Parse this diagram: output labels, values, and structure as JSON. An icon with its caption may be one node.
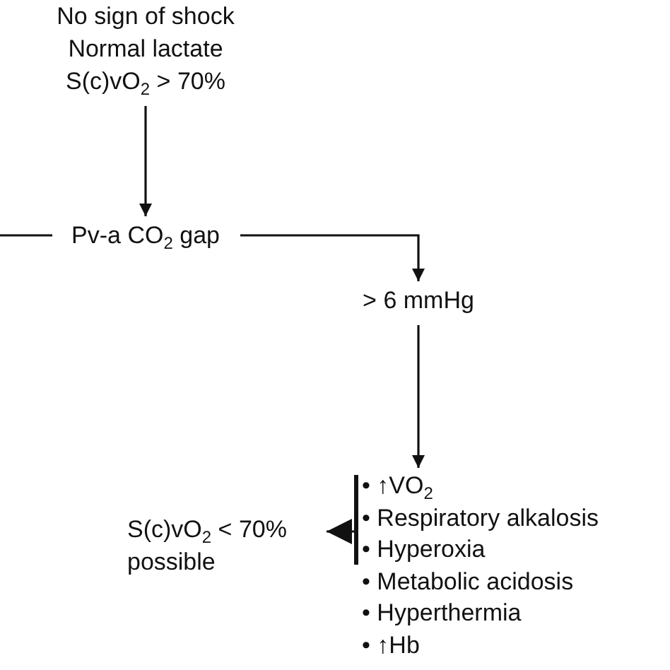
{
  "diagram": {
    "nodes": [
      {
        "text": [
          "No sign of shock",
          "Normal lactate",
          "S(c)vO$_{2}$ > 70%"
        ]
      },
      {
        "text": [
          "Pv-a CO$_{2}$ gap"
        ]
      },
      {
        "text": [
          "> 6 mmHg"
        ]
      },
      {
        "text": [
          "• ↑VO$_{2}$",
          "• Respiratory alkalosis",
          "• Hyperoxia",
          "• Metabolic acidosis",
          "• Hyperthermia",
          "• ↑Hb"
        ]
      },
      {
        "text": [
          "S(c)vO$_{2}$ < 70% possible"
        ]
      }
    ],
    "edges": [
      {
        "from": 0,
        "to": 1,
        "arrow": "to"
      },
      {
        "from": 1,
        "to": null,
        "arrow": "none"
      },
      {
        "from": 1,
        "to": 2,
        "arrow": "to"
      },
      {
        "from": 2,
        "to": 3,
        "arrow": "to"
      },
      {
        "from": 3,
        "to": 4,
        "arrow": "to"
      }
    ]
  }
}
